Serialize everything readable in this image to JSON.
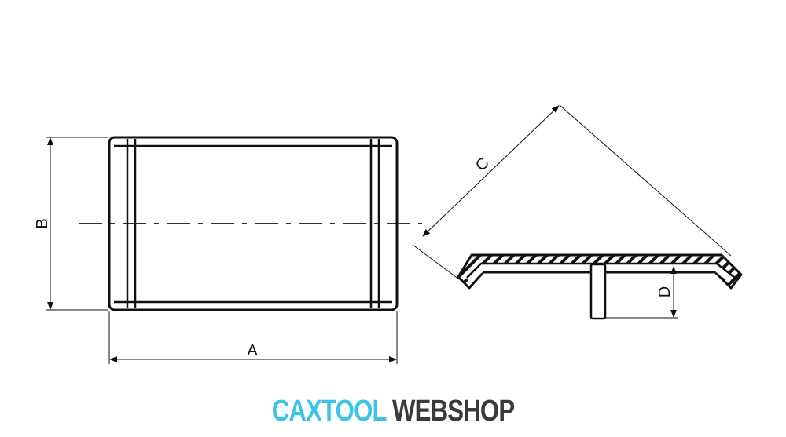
{
  "drawing": {
    "dimensions": {
      "a": "A",
      "b": "B",
      "c": "C",
      "d": "D"
    }
  },
  "brand": {
    "part1": "CAXTOOL",
    "part2": "WEBSHOP",
    "colors": {
      "part1": "#3cc3e6",
      "part2": "#3a3a3a"
    }
  }
}
